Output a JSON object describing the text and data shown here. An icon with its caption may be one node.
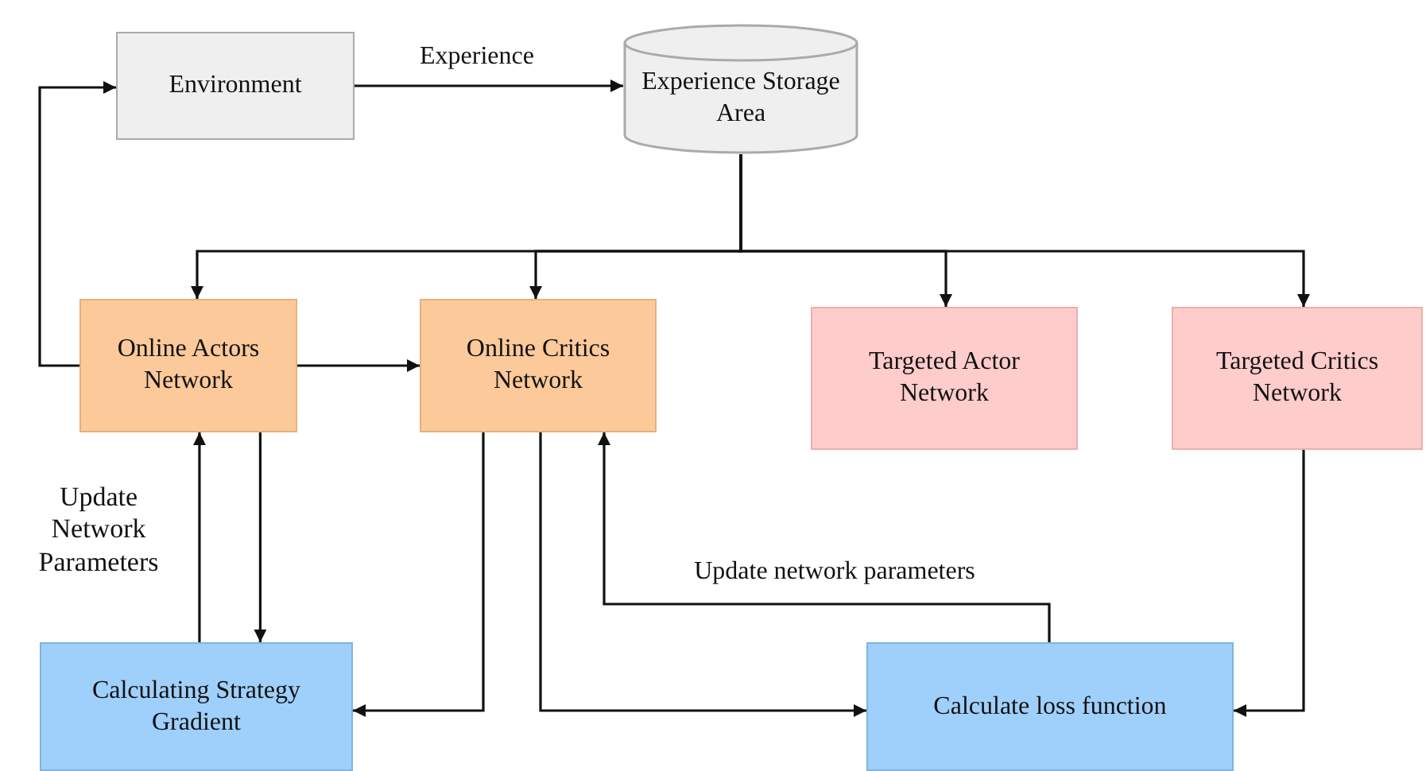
{
  "diagram": {
    "nodes": [
      {
        "text": [
          "Environment"
        ]
      },
      {
        "text": [
          "Experience Storage Area"
        ]
      },
      {
        "text": [
          "Online Actors Network"
        ]
      },
      {
        "text": [
          "Online Critics Network"
        ]
      },
      {
        "text": [
          "Targeted Actor Network"
        ]
      },
      {
        "text": [
          "Targeted Critics Network"
        ]
      },
      {
        "text": [
          "Calculating Strategy Gradient"
        ]
      },
      {
        "text": [
          "Calculate loss function"
        ]
      }
    ],
    "edges": [
      {
        "from": 0,
        "to": 1,
        "arrow": "to",
        "label": "Experience"
      },
      {
        "from": 1,
        "to": 2,
        "arrow": "to"
      },
      {
        "from": 1,
        "to": 3,
        "arrow": "to"
      },
      {
        "from": 1,
        "to": 4,
        "arrow": "to"
      },
      {
        "from": 1,
        "to": 5,
        "arrow": "to"
      },
      {
        "from": 2,
        "to": 0,
        "arrow": "to"
      },
      {
        "from": 2,
        "to": 3,
        "arrow": "to"
      },
      {
        "from": 2,
        "to": 6,
        "arrow": "to"
      },
      {
        "from": 6,
        "to": 2,
        "arrow": "to",
        "label": "Update Network Parameters"
      },
      {
        "from": 3,
        "to": 6,
        "arrow": "to"
      },
      {
        "from": 3,
        "to": 7,
        "arrow": "to"
      },
      {
        "from": 7,
        "to": 3,
        "arrow": "to",
        "label": "Update network parameters"
      },
      {
        "from": 5,
        "to": 7,
        "arrow": "to"
      }
    ]
  }
}
